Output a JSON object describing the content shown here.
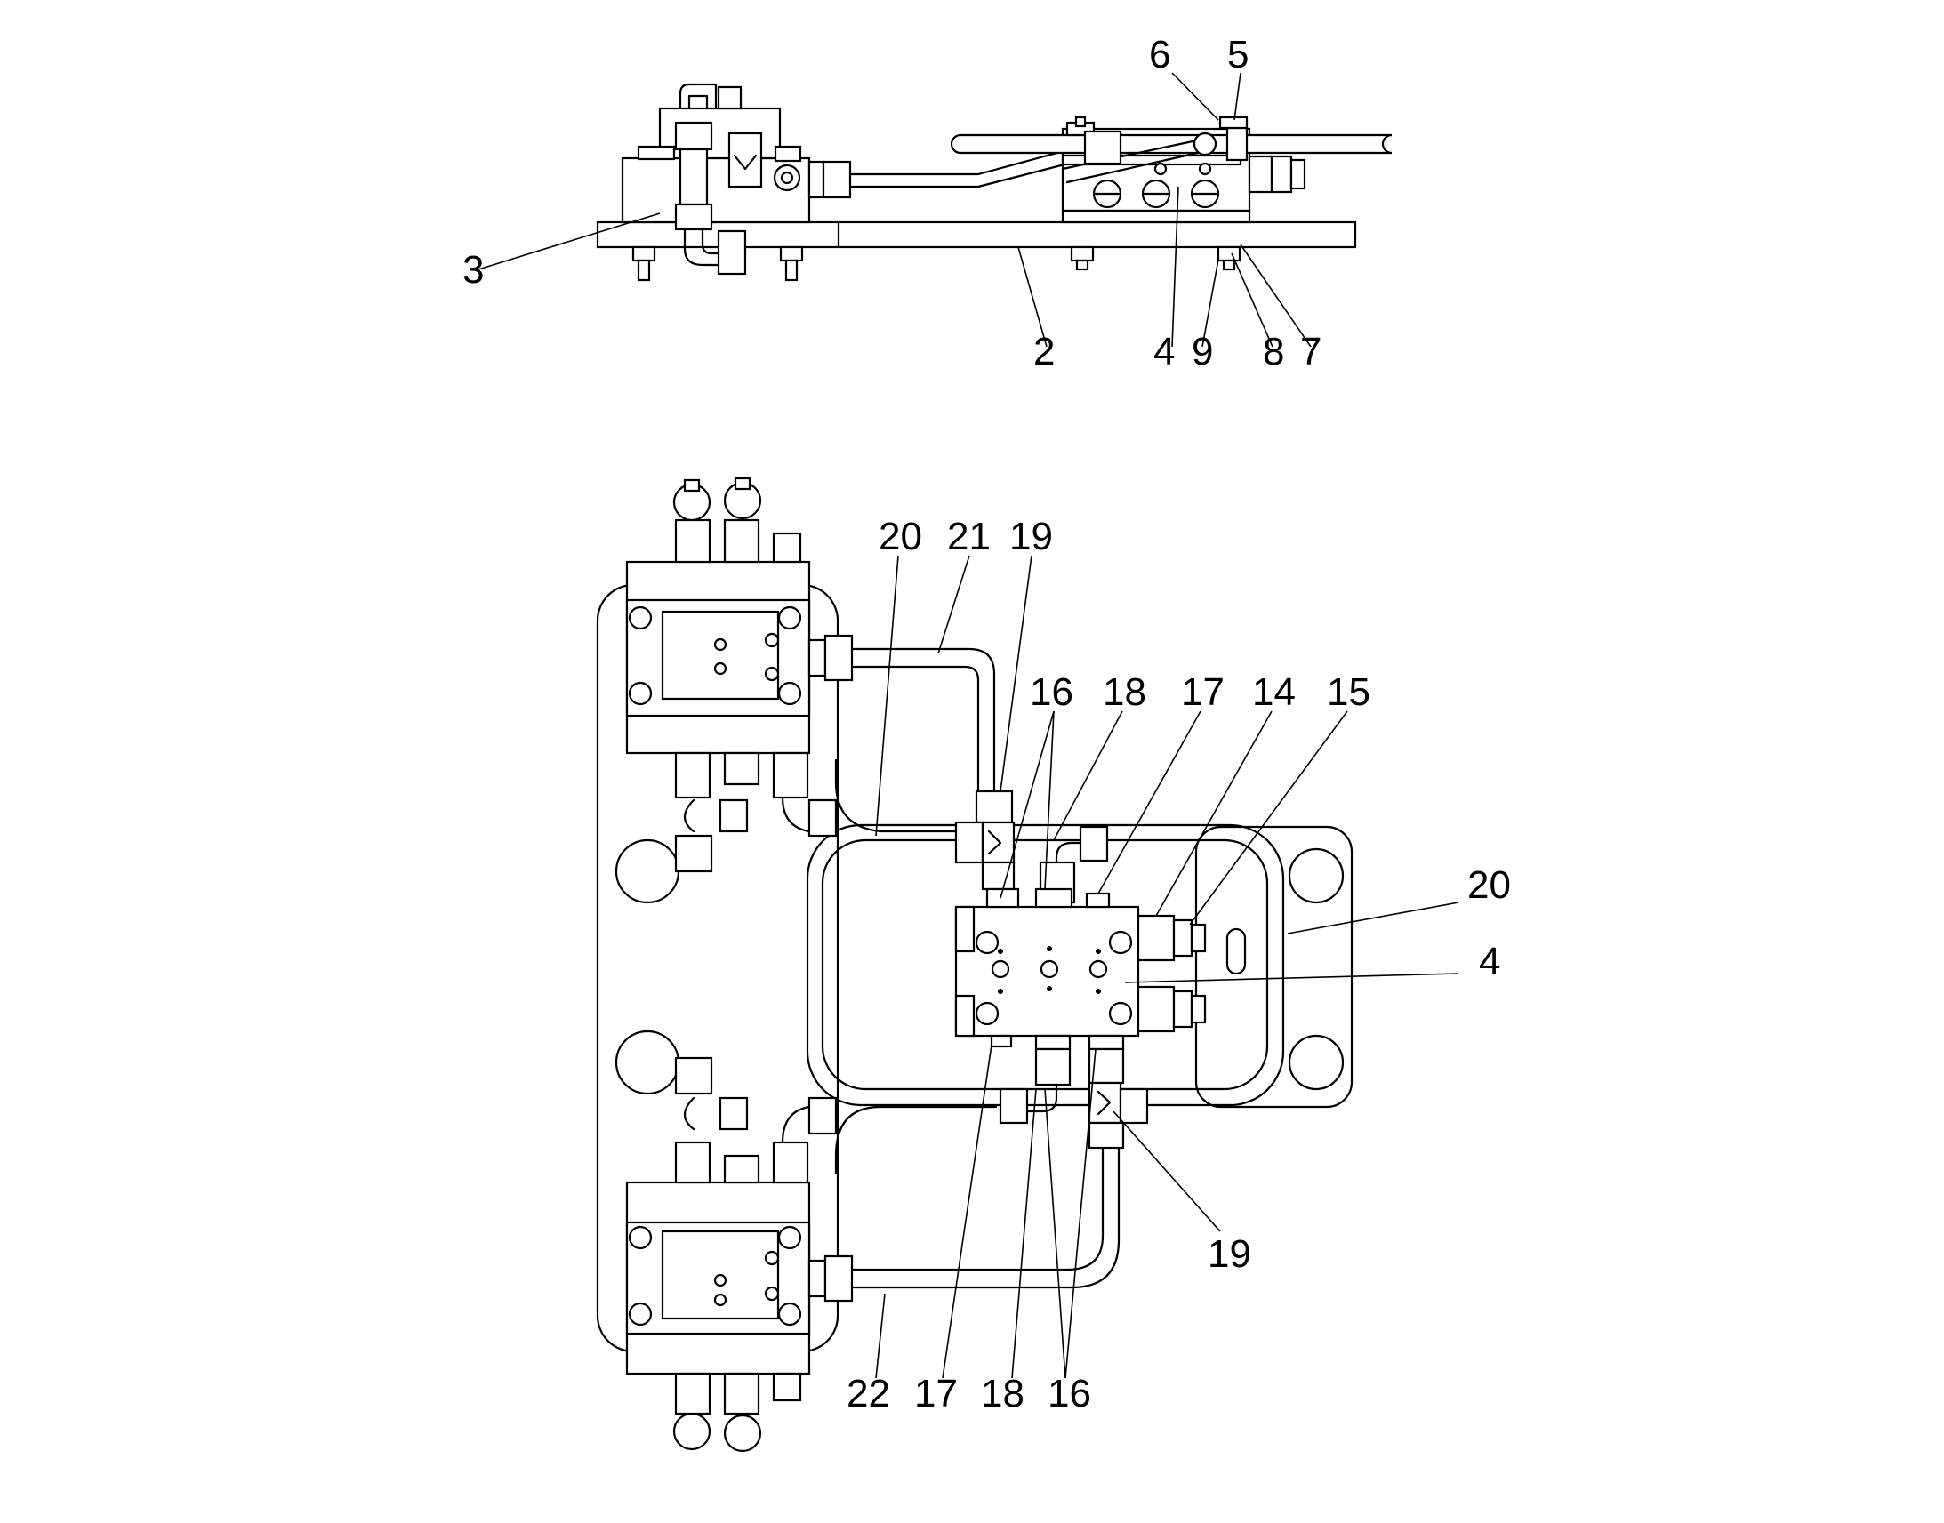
{
  "diagram": {
    "top_view_labels": {
      "l6": "6",
      "l5": "5",
      "l3": "3",
      "l2": "2",
      "l4": "4",
      "l9": "9",
      "l8": "8",
      "l7": "7"
    },
    "bottom_view_labels": {
      "l20a": "20",
      "l21": "21",
      "l19a": "19",
      "l16a": "16",
      "l18a": "18",
      "l17a": "17",
      "l14": "14",
      "l15": "15",
      "l20b": "20",
      "l4b": "4",
      "l19b": "19",
      "l22": "22",
      "l17b": "17",
      "l18b": "18",
      "l16b": "16"
    }
  }
}
